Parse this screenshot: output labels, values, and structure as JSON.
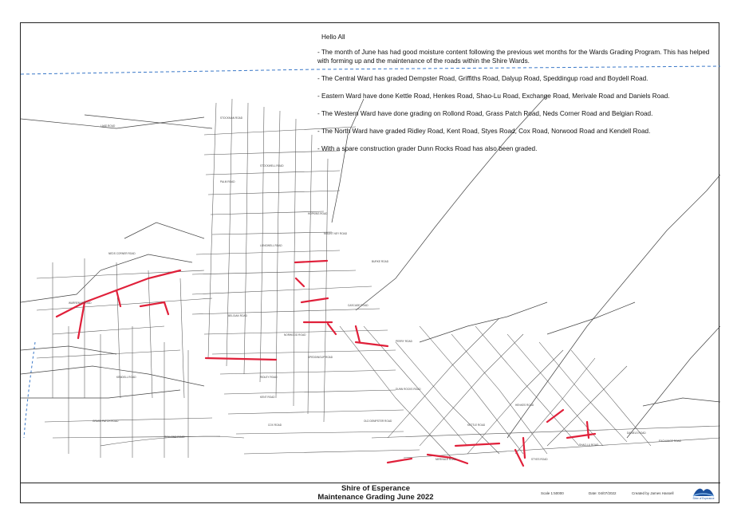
{
  "notes": {
    "greeting": "Hello All",
    "paragraphs": [
      "- The month of June has had good moisture content following   the previous wet months for the Wards Grading Program. This has helped with forming up and the maintenance of the roads within the Shire Wards.",
      "- The Central Ward has graded Dempster Road, Griffiths Road, Dalyup Road, Speddingup road and Boydell Road.",
      "- Eastern Ward have done Kettle Road, Henkes Road, Shao-Lu Road, Exchange Road, Merivale Road and Daniels Road.",
      "- The Western Ward have done grading on Rollond Road, Grass Patch Road, Neds Corner Road and Belgian Road.",
      "- The North Ward have graded Ridley Road, Kent Road, Styes Road, Cox Road, Norwood Road and Kendell Road.",
      "- With a spare construction grader Dunn Rocks Road has also been graded."
    ]
  },
  "title_block": {
    "title_line1": "Shire of Esperance",
    "title_line2": "Maintenance Grading June 2022",
    "scale": "Scale 1:50000",
    "date": "Date: 04/07/2022",
    "created_by": "Created by James Hassell",
    "logo_text": "Shire of Esperance"
  },
  "colors": {
    "roads": "#333333",
    "graded_roads": "#e0203a",
    "ocean_line": "#3a78c8"
  },
  "legend": {}
}
